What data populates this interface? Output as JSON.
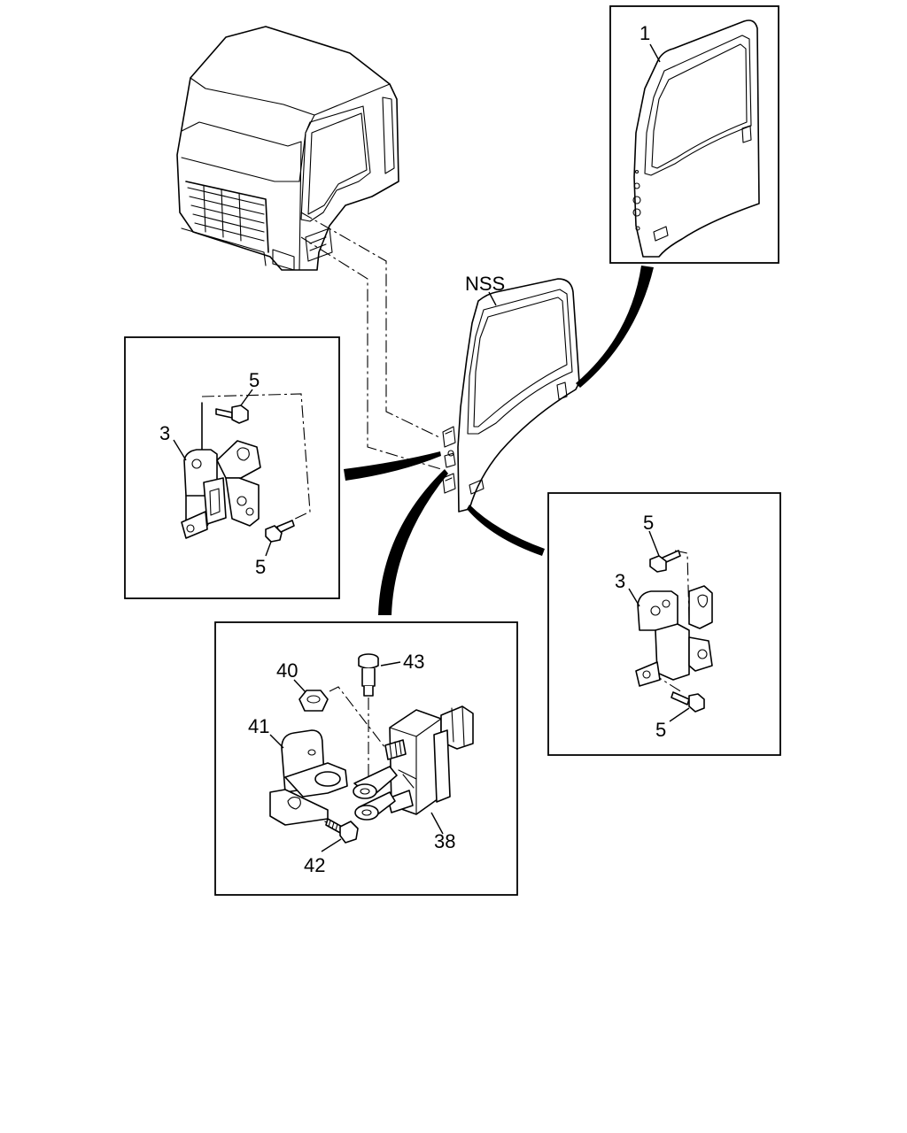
{
  "diagram": {
    "part_labels": {
      "door_panel": "1",
      "nss_door": "NSS",
      "hinge_upper_left": "3",
      "bolt_upper_left_top": "5",
      "bolt_upper_left_bottom": "5",
      "hinge_right": "3",
      "bolt_right_top": "5",
      "bolt_right_bottom": "5",
      "check_nut": "40",
      "check_bracket": "41",
      "check_pin": "43",
      "check_screw": "42",
      "door_check": "38"
    },
    "icons": [
      "truck-cab",
      "door-panel",
      "door-hinge",
      "bolt",
      "door-check"
    ]
  }
}
